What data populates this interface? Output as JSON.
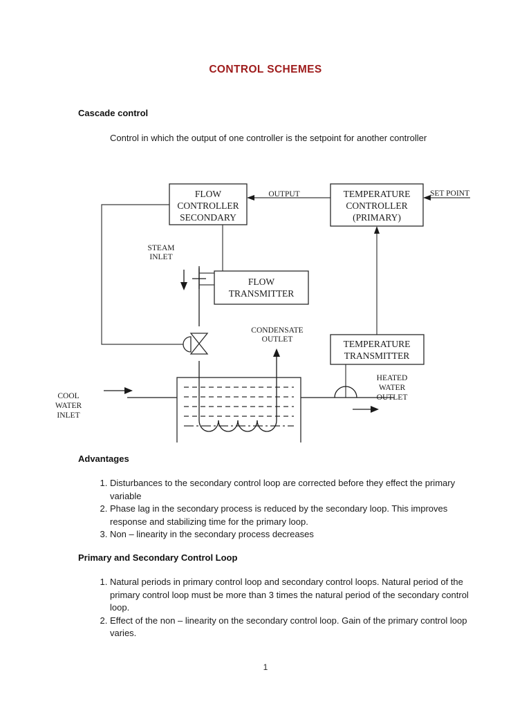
{
  "document": {
    "title": "CONTROL SCHEMES",
    "title_color": "#9e1b1b",
    "page_number": "1"
  },
  "sections": {
    "cascade": {
      "heading": "Cascade control",
      "body": "Control in which the output of one controller is the setpoint for another controller"
    },
    "advantages": {
      "heading": "Advantages",
      "items": [
        "Disturbances to the secondary control loop are corrected before they effect the primary variable",
        "Phase lag in the secondary process is reduced by the secondary loop. This improves response and stabilizing time for the primary loop.",
        "Non – linearity in the secondary process decreases"
      ]
    },
    "loops": {
      "heading": "Primary and Secondary Control Loop",
      "items": [
        "Natural periods in primary control loop and secondary control loops. Natural period of the primary control loop must be more than 3 times the natural period of the secondary control loop.",
        "Effect of the non – linearity on the secondary control loop. Gain of the primary control loop varies."
      ]
    }
  },
  "diagram": {
    "name": "cascade-control-loop-diagram",
    "boxes": {
      "flow_controller": {
        "line1": "FLOW",
        "line2": "CONTROLLER",
        "line3": "SECONDARY"
      },
      "temperature_controller": {
        "line1": "TEMPERATURE",
        "line2": "CONTROLLER",
        "line3": "(PRIMARY)"
      },
      "flow_transmitter": {
        "line1": "FLOW",
        "line2": "TRANSMITTER"
      },
      "temperature_transmitter": {
        "line1": "TEMPERATURE",
        "line2": "TRANSMITTER"
      }
    },
    "labels": {
      "output": "OUTPUT",
      "set_point": "SET POINT",
      "steam_inlet_line1": "STEAM",
      "steam_inlet_line2": "INLET",
      "condensate_outlet_line1": "CONDENSATE",
      "condensate_outlet_line2": "OUTLET",
      "cool_water_inlet_line1": "COOL",
      "cool_water_inlet_line2": "WATER",
      "cool_water_inlet_line3": "INLET",
      "heated_water_outlet_line1": "HEATED",
      "heated_water_outlet_line2": "WATER",
      "heated_water_outlet_line3": "OUTLET"
    }
  }
}
